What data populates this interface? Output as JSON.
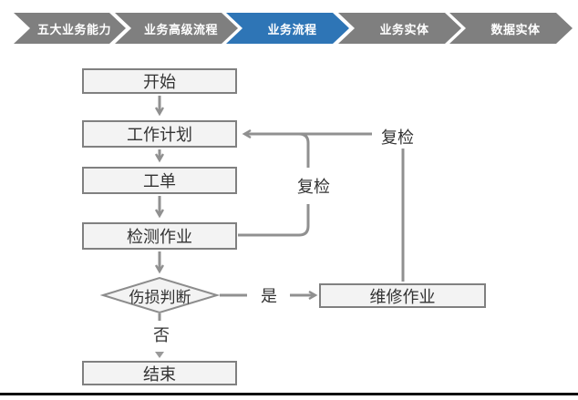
{
  "nav": {
    "items": [
      {
        "label": "五大业务能力",
        "active": false
      },
      {
        "label": "业务高级流程",
        "active": false
      },
      {
        "label": "业务流程",
        "active": true
      },
      {
        "label": "业务实体",
        "active": false
      },
      {
        "label": "数据实体",
        "active": false
      }
    ],
    "colors": {
      "active": "#2E75B6",
      "inactive": "#7F7F7F",
      "text": "#FFFFFF"
    }
  },
  "flowchart": {
    "nodes": {
      "start": {
        "label": "开始",
        "shape": "rect"
      },
      "plan": {
        "label": "工作计划",
        "shape": "rect"
      },
      "order": {
        "label": "工单",
        "shape": "rect"
      },
      "inspect": {
        "label": "检测作业",
        "shape": "rect"
      },
      "decision": {
        "label": "伤损判断",
        "shape": "diamond"
      },
      "repair": {
        "label": "维修作业",
        "shape": "rect"
      },
      "end": {
        "label": "结束",
        "shape": "rect"
      }
    },
    "edge_labels": {
      "yes": "是",
      "no": "否",
      "recheck_from_inspect": "复检",
      "recheck_from_repair": "复检"
    },
    "colors": {
      "node_fill": "#F3F3F3",
      "node_border": "#808080",
      "line": "#909090",
      "text": "#333333"
    }
  }
}
